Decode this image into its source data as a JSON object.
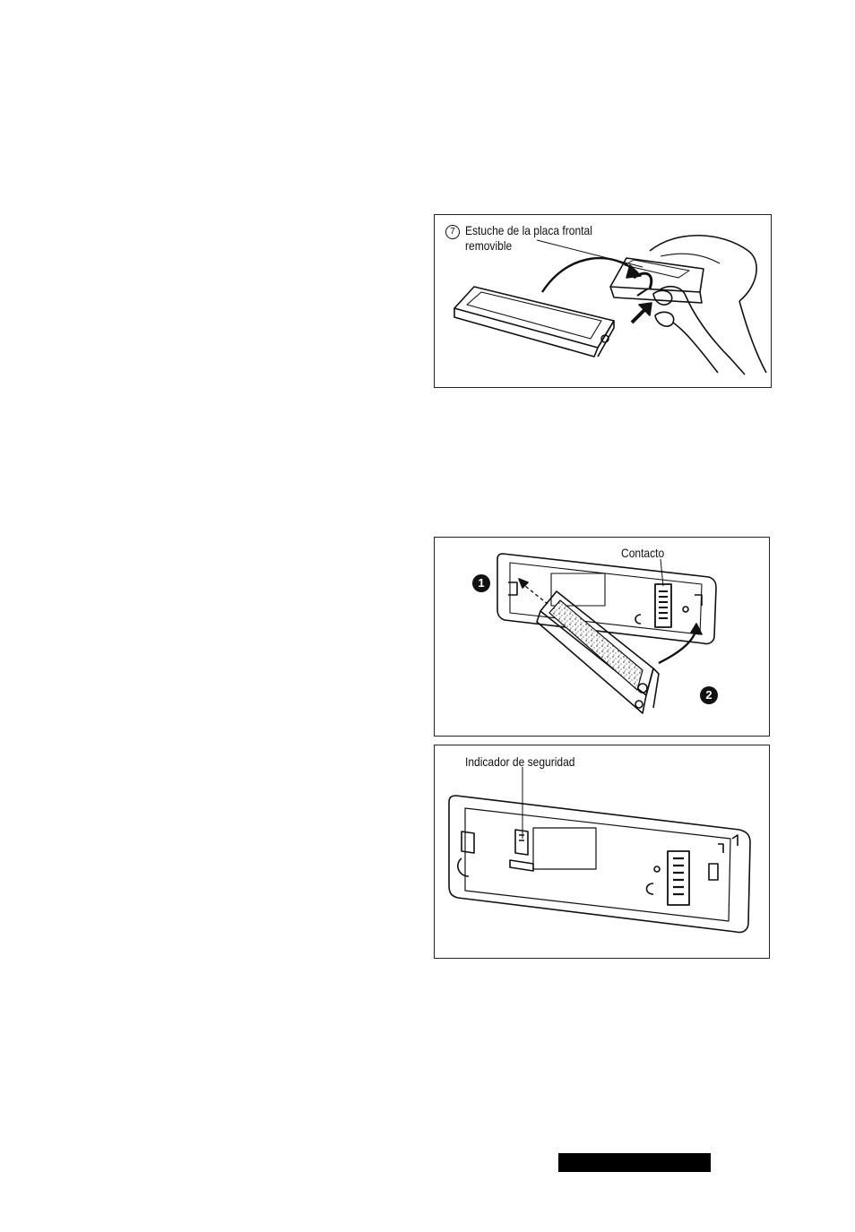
{
  "figures": {
    "case": {
      "item_number": "7",
      "label_line1": "Estuche de la placa frontal",
      "label_line2": "removible"
    },
    "attach": {
      "label": "Contacto",
      "step1": "1",
      "step2": "2"
    },
    "security": {
      "label": "Indicador de seguridad"
    }
  },
  "colors": {
    "ink": "#111111",
    "footer_bar": "#000000"
  }
}
